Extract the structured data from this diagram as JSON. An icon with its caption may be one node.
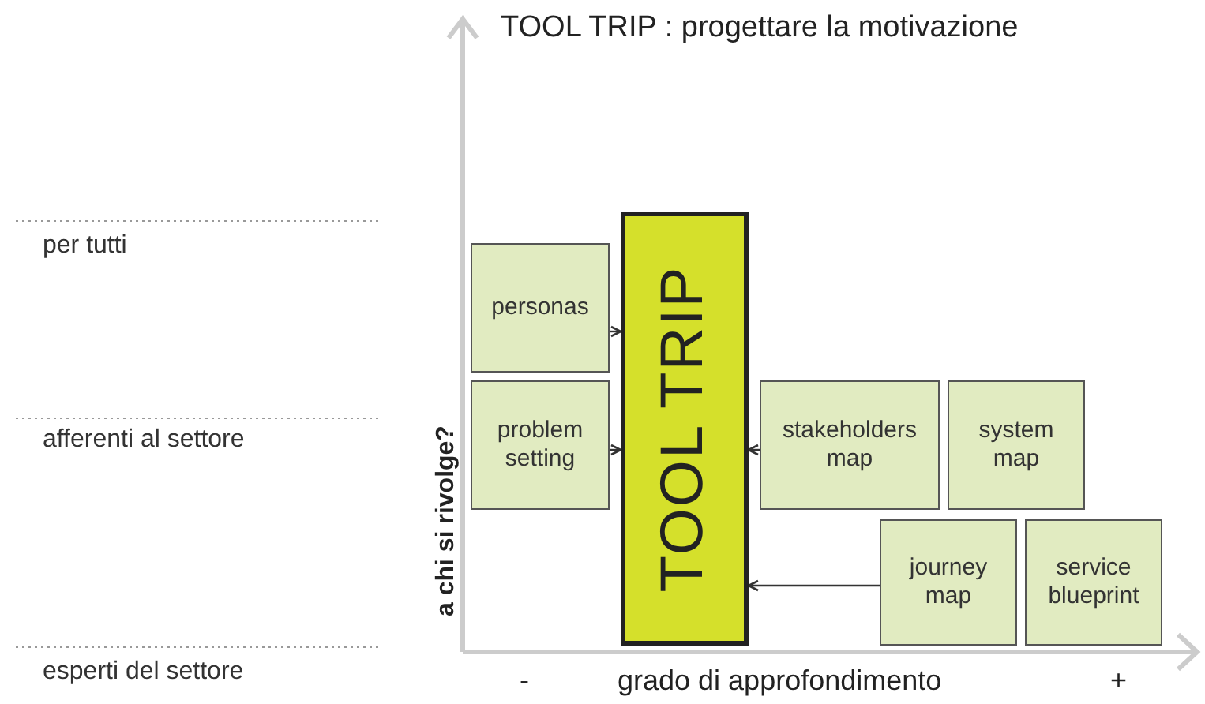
{
  "diagram": {
    "title": "TOOL TRIP : progettare la motivazione",
    "nodes": [
      {
        "text": [
          "personas"
        ]
      },
      {
        "text": [
          "problem setting"
        ]
      },
      {
        "text": [
          "TOOL TRIP"
        ]
      },
      {
        "text": [
          "stakeholders map"
        ]
      },
      {
        "text": [
          "system map"
        ]
      },
      {
        "text": [
          "journey map"
        ]
      },
      {
        "text": [
          "service blueprint"
        ]
      }
    ],
    "edges": [
      {
        "from": 0,
        "to": 2,
        "arrow": "to"
      },
      {
        "from": 1,
        "to": 2,
        "arrow": "to"
      },
      {
        "from": 3,
        "to": 2,
        "arrow": "to"
      },
      {
        "from": 5,
        "to": 2,
        "arrow": "to"
      }
    ],
    "labels": [
      "per tutti",
      "afferenti al settore",
      "esperti del settore",
      "a chi si rivolge?",
      "-",
      "grado di approfondimento",
      "+"
    ]
  }
}
